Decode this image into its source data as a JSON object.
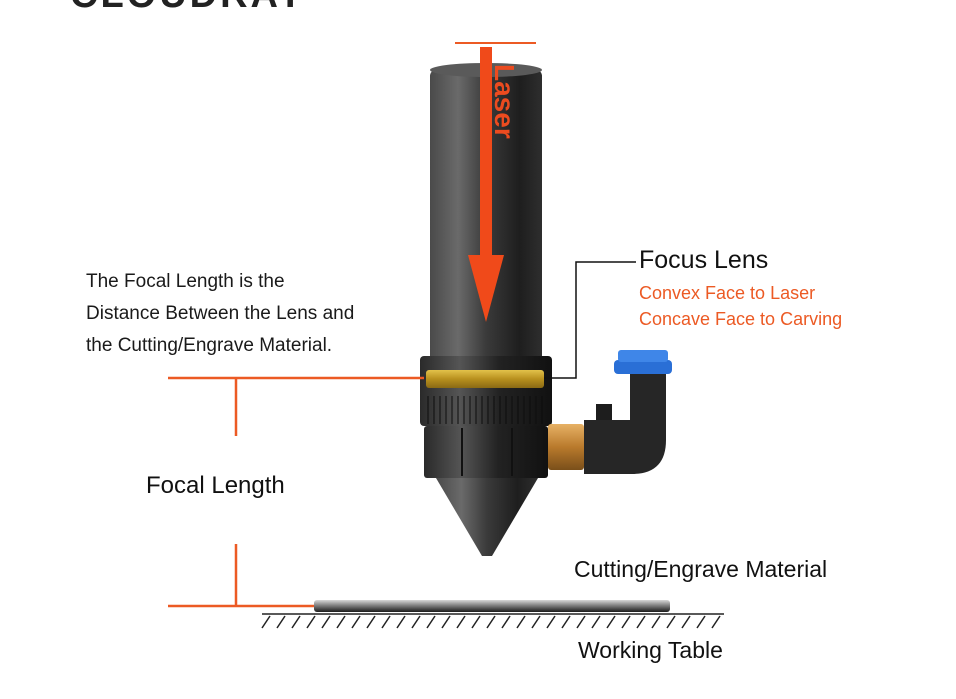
{
  "brand": {
    "text": "CLOUDRAY"
  },
  "description": {
    "lines": [
      "The Focal Length is the",
      "Distance Between the Lens and",
      "the Cutting/Engrave Material."
    ]
  },
  "laser_label": "Laser",
  "focus_lens": {
    "title": "Focus Lens",
    "notes": [
      "Convex Face to Laser",
      "Concave Face to Carving"
    ]
  },
  "focal_length_label": "Focal Length",
  "material_label": "Cutting/Engrave Material",
  "table_label": "Working Table",
  "colors": {
    "accent_orange": "#ec5a24",
    "laser_arrow": "#f04a1a",
    "lens_ring": "#c9a52a",
    "fitting_blue": "#2a6fd6",
    "brass": "#c98a3a",
    "tube_black": "#2b2b2b"
  }
}
